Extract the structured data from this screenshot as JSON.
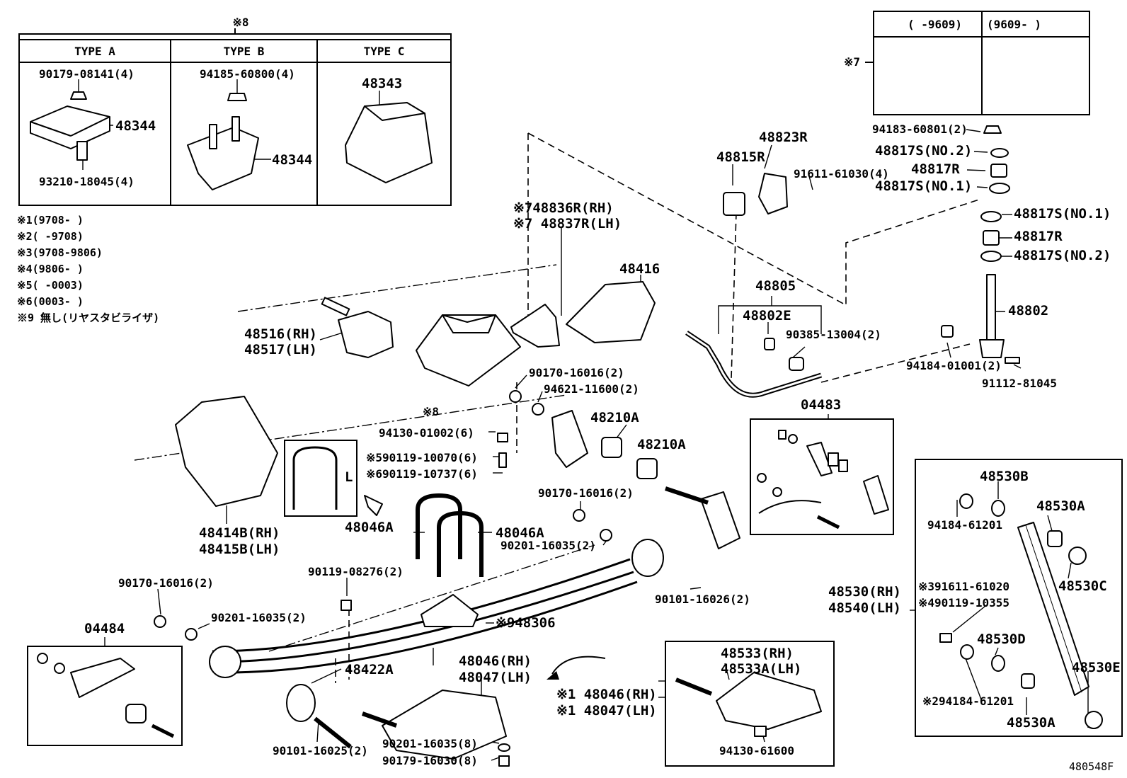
{
  "top_table": {
    "ref": "※8",
    "headers": [
      "TYPE A",
      "TYPE B",
      "TYPE C"
    ],
    "type_a": {
      "top_part": "90179-08141(4)",
      "plate": "48344",
      "bottom_part": "93210-18045(4)"
    },
    "type_b": {
      "top_part": "94185-60800(4)",
      "block": "48344"
    },
    "type_c": {
      "bracket": "48343"
    }
  },
  "notes": [
    "※1(9708-       )",
    "※2(       -9708)",
    "※3(9708-9806)",
    "※4(9806-       )",
    "※5(       -0003)",
    "※6(0003-       )",
    "※9 無し(リヤスタビライザ)"
  ],
  "date_box": {
    "ref": "※7",
    "col1": "(        -9609)",
    "col2": "(9609-        )"
  },
  "labels": {
    "p48836": "※748836R(RH)",
    "p48837": "※7 48837R(LH)",
    "p48416": "48416",
    "p48516": "48516(RH)",
    "p48517": "48517(LH)",
    "p8ref": "※8",
    "p48815": "48815R",
    "p48823": "48823R",
    "p91611": "91611-61030(4)",
    "p94183": "94183-60801(2)",
    "p48817s2a": "48817S(NO.2)",
    "p48817ra": "48817R",
    "p48817s1a": "48817S(NO.1)",
    "p48817s1b": "48817S(NO.1)",
    "p48817rb": "48817R",
    "p48817s2b": "48817S(NO.2)",
    "p48805": "48805",
    "p48802e": "48802E",
    "p90385": "90385-13004(2)",
    "p48802": "48802",
    "p94184a": "94184-01001(2)",
    "p91112": "91112-81045",
    "p90170a": "90170-16016(2)",
    "p94621": "94621-11600(2)",
    "p48210a1": "48210A",
    "p48210a2": "48210A",
    "p94130a": "94130-01002(6)",
    "p590119": "※590119-10070(6)",
    "p690119": "※690119-10737(6)",
    "p04483": "04483",
    "pL": "L",
    "p48414": "48414B(RH)",
    "p48415": "48415B(LH)",
    "p48046a1": "48046A",
    "p48046a2": "48046A",
    "p90170b": "90170-16016(2)",
    "p90201a": "90201-16035(2)",
    "p90119": "90119-08276(2)",
    "p90101a": "90101-16026(2)",
    "p90170c": "90170-16016(2)",
    "p90201b": "90201-16035(2)",
    "p48306": "※948306",
    "p04484": "04484",
    "p48422": "48422A",
    "p48046rh": "48046(RH)",
    "p48047lh": "48047(LH)",
    "p1_48046": "※1 48046(RH)",
    "p1_48047": "※1 48047(LH)",
    "p48533": "48533(RH)",
    "p48533a": "48533A(LH)",
    "p94130b": "94130-61600",
    "p90101b": "90101-16025(2)",
    "p90201c": "90201-16035(8)",
    "p90179": "90179-16030(8)",
    "p48530b": "48530B",
    "p94184b": "94184-61201",
    "p48530a1": "48530A",
    "p48530rh": "48530(RH)",
    "p48540lh": "48540(LH)",
    "p391611": "※391611-61020",
    "p490119": "※490119-10355",
    "p48530c": "48530C",
    "p48530d": "48530D",
    "p48530e": "48530E",
    "p294184": "※294184-61201",
    "p48530a2": "48530A",
    "code": "480548F"
  }
}
